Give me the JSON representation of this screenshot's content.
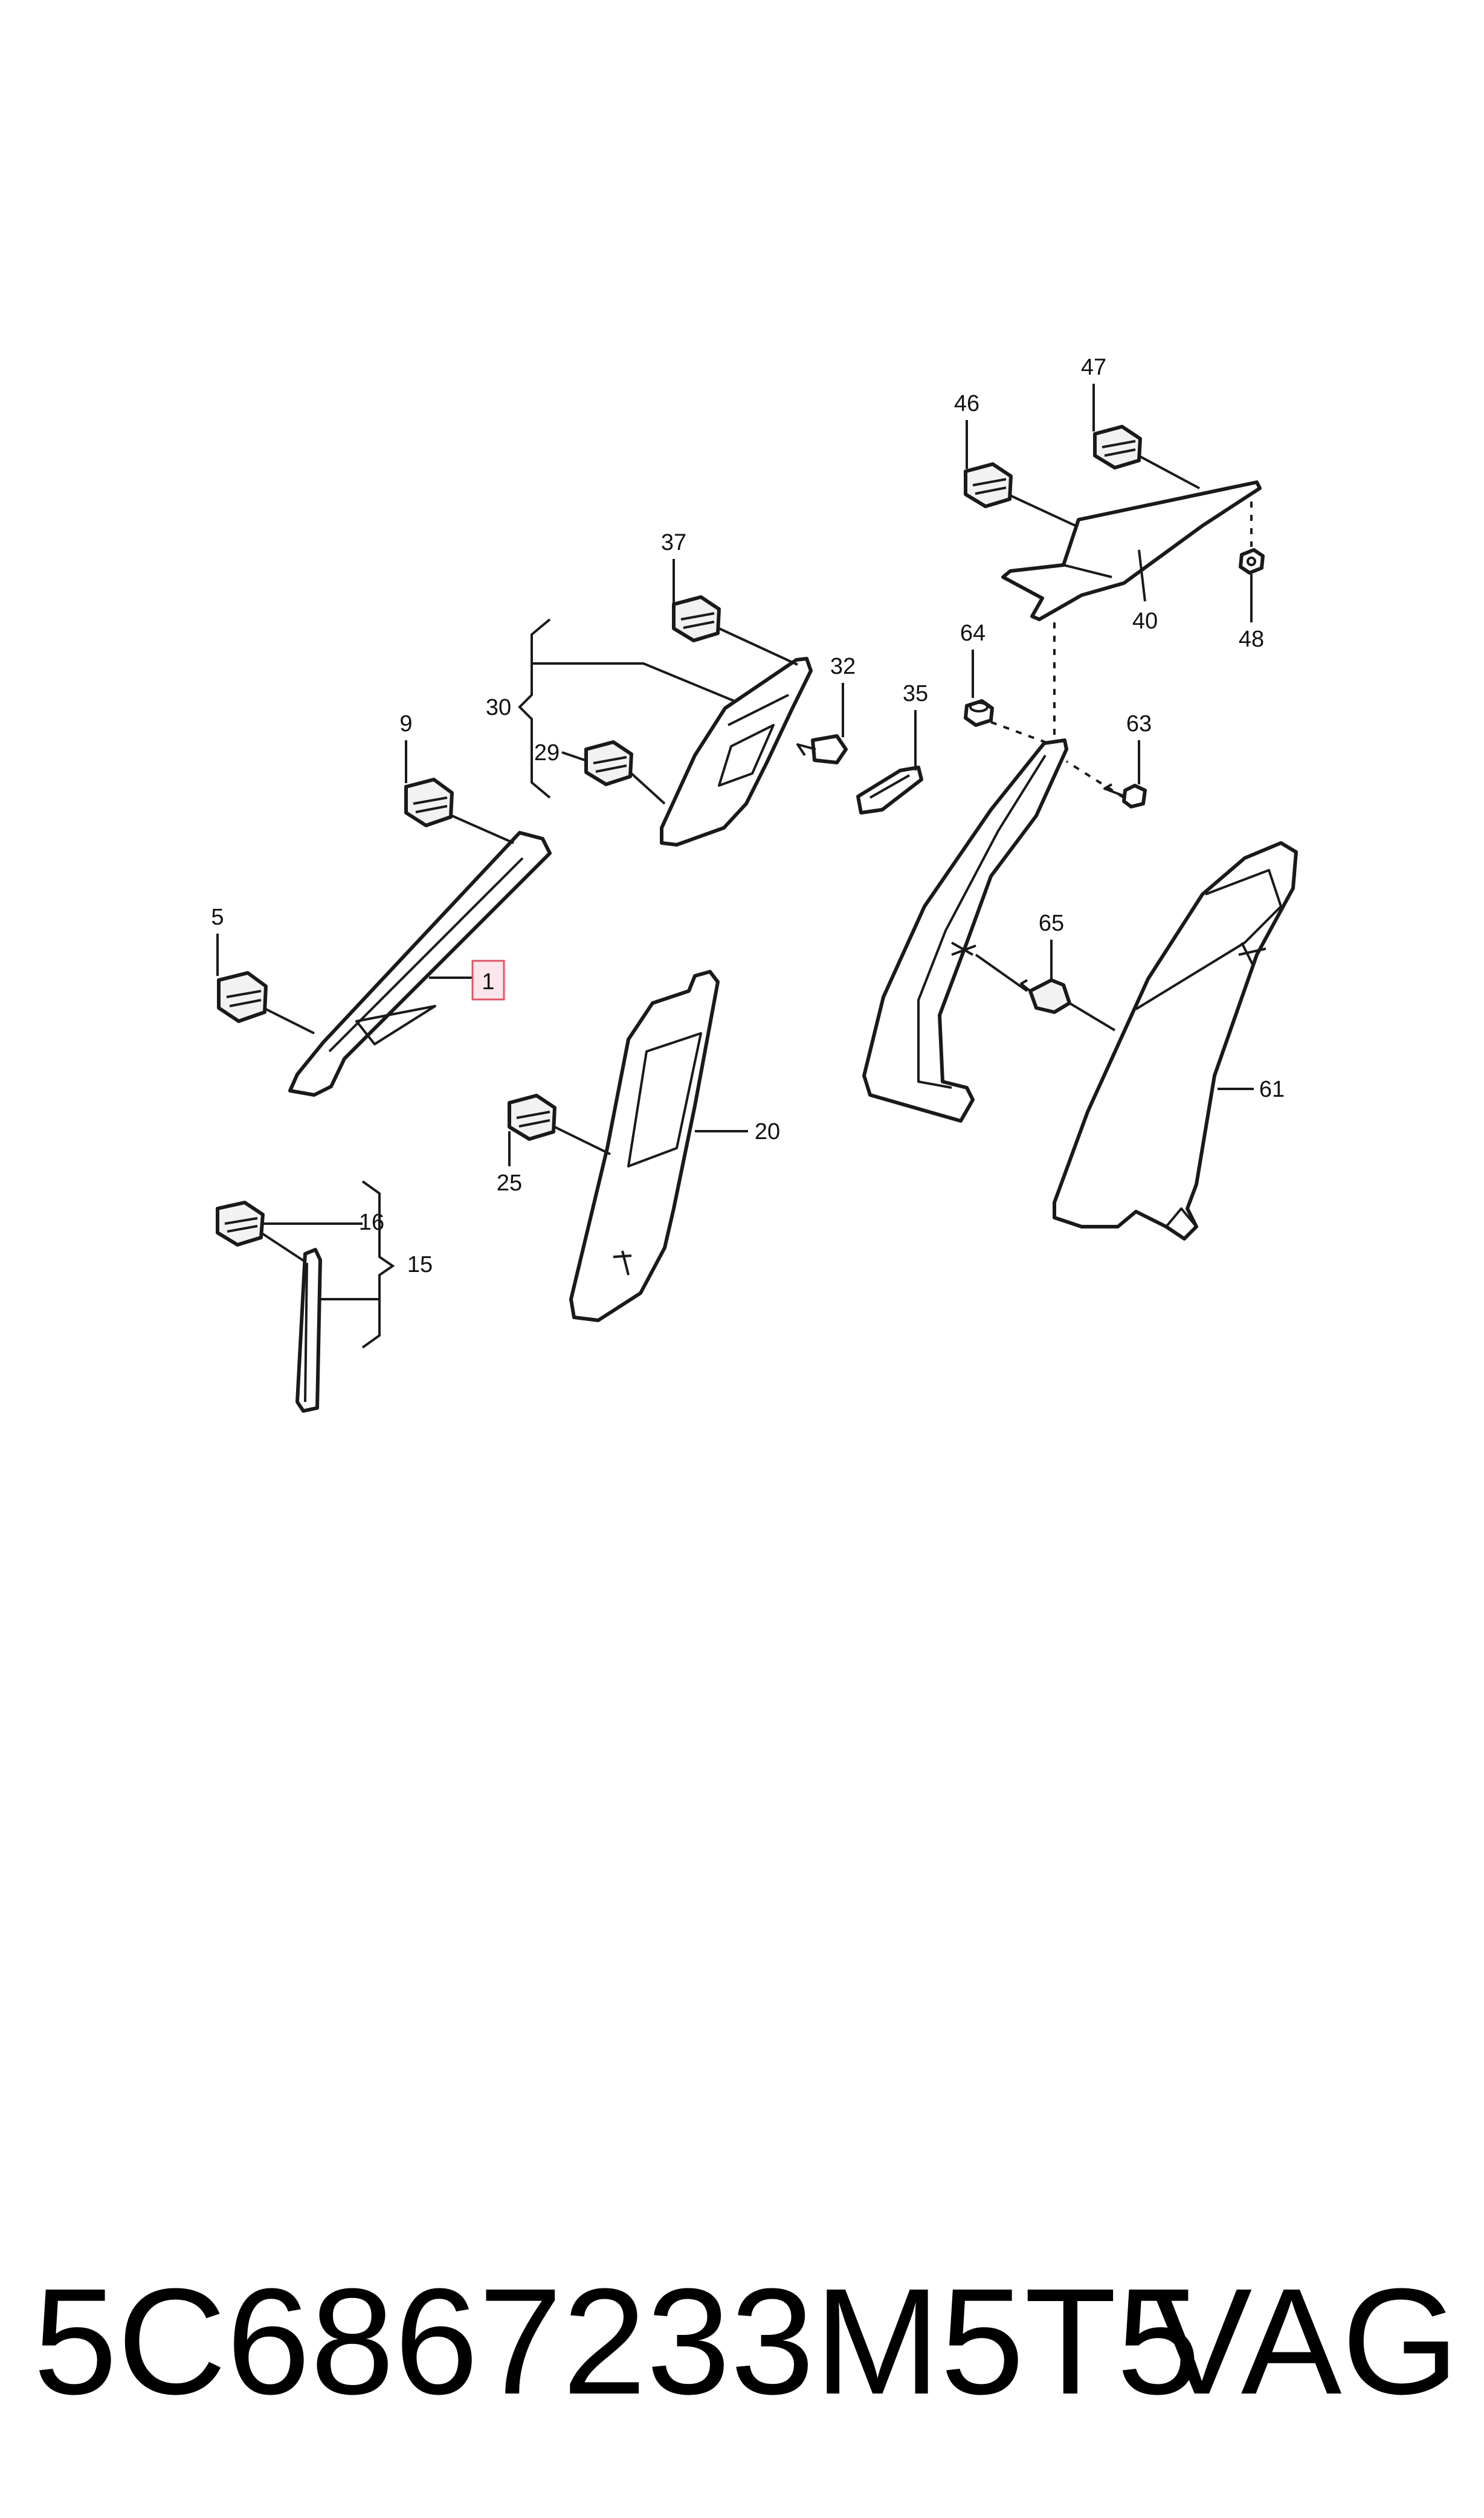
{
  "callouts": {
    "c1": "1",
    "c5": "5",
    "c9": "9",
    "c15": "15",
    "c16": "16",
    "c20": "20",
    "c25": "25",
    "c29": "29",
    "c30": "30",
    "c32": "32",
    "c35": "35",
    "c37": "37",
    "c40": "40",
    "c46": "46",
    "c47": "47",
    "c48": "48",
    "c61": "61",
    "c63": "63",
    "c64": "64",
    "c65": "65"
  },
  "highlighted_callout": "1",
  "colors": {
    "highlight_fill": "#fde6ea",
    "highlight_stroke": "#e05566",
    "line": "#1a1a1a"
  },
  "footer": {
    "part_number": "5C6867233M5T5",
    "brand": "VAG"
  }
}
